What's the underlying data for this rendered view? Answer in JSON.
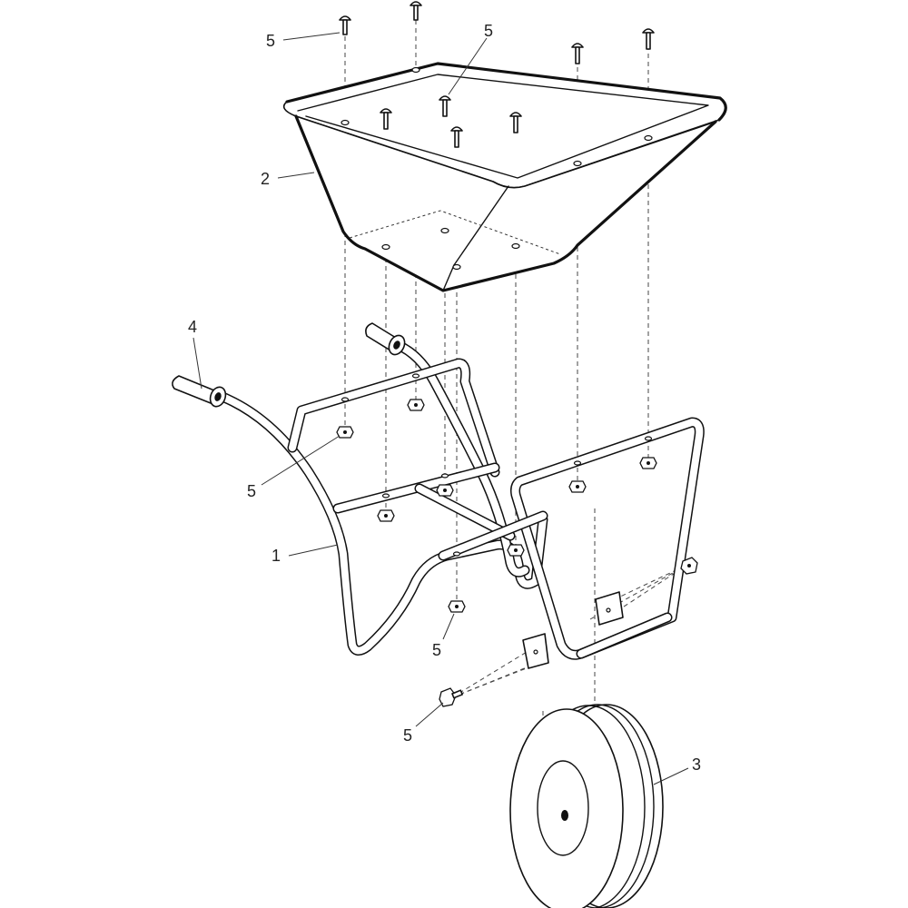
{
  "diagram": {
    "title": "",
    "callouts": [
      {
        "id": "callout-frame",
        "label": "1"
      },
      {
        "id": "callout-tray",
        "label": "2"
      },
      {
        "id": "callout-wheel",
        "label": "3"
      },
      {
        "id": "callout-grip",
        "label": "4"
      },
      {
        "id": "callout-bolt-top",
        "label": "5"
      },
      {
        "id": "callout-bolt-tray",
        "label": "5"
      },
      {
        "id": "callout-nut-frame",
        "label": "5"
      },
      {
        "id": "callout-nut-lower",
        "label": "5"
      },
      {
        "id": "callout-axle-bolt",
        "label": "5"
      }
    ],
    "parts": [
      "frame",
      "tray",
      "wheel",
      "handle-grip",
      "bolt-nut-set"
    ],
    "line_color": "#111111"
  }
}
